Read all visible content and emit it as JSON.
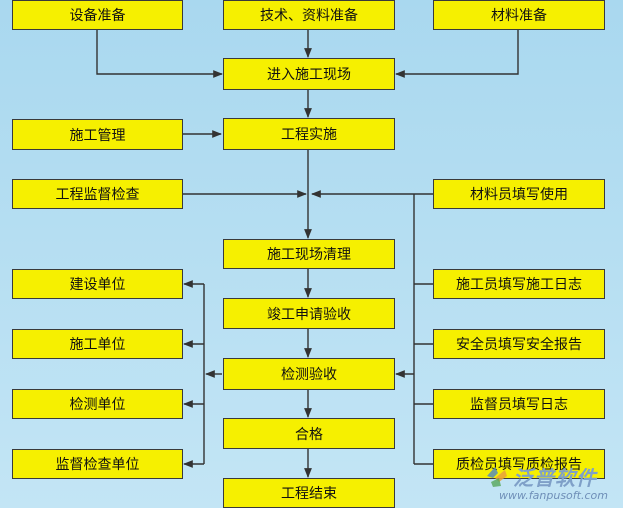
{
  "nodes": {
    "equip_prep": "设备准备",
    "tech_prep": "技术、资料准备",
    "material_prep": "材料准备",
    "enter_site": "进入施工现场",
    "construction_mgmt": "施工管理",
    "implementation": "工程实施",
    "supervision_check": "工程监督检查",
    "material_staff": "材料员填写使用",
    "site_cleanup": "施工现场清理",
    "build_unit": "建设单位",
    "completion_request": "竣工申请验收",
    "constructor_log": "施工员填写施工日志",
    "constructor_unit": "施工单位",
    "safety_report": "安全员填写安全报告",
    "inspection": "检测验收",
    "testing_unit": "检测单位",
    "supervisor_log": "监督员填写日志",
    "qualified": "合格",
    "supervising_unit": "监督检查单位",
    "quality_report": "质检员填写质检报告",
    "project_end": "工程结束"
  },
  "watermark": {
    "brand": "泛普软件",
    "url": "www.fanpusoft.com"
  },
  "colors": {
    "box_fill": "#f6f000",
    "box_border": "#3a3a3a",
    "line": "#333333",
    "background": "#b6def2"
  }
}
